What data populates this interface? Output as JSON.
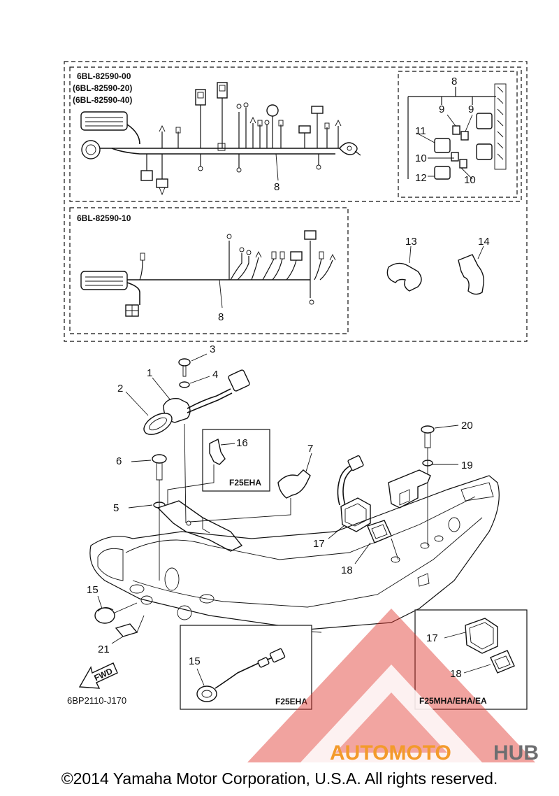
{
  "diagram": {
    "harness_top_codes": [
      "6BL-82590-00",
      "(6BL-82590-20)",
      "(6BL-82590-40)"
    ],
    "harness_bottom_code": "6BL-82590-10",
    "labels": {
      "p1": "1",
      "p2": "2",
      "p3": "3",
      "p4": "4",
      "p5": "5",
      "p6": "6",
      "p7": "7",
      "p8a": "8",
      "p8b": "8",
      "p8c": "8",
      "p9a": "9",
      "p9b": "9",
      "p10a": "10",
      "p10b": "10",
      "p11": "11",
      "p12": "12",
      "p13": "13",
      "p14": "14",
      "p15a": "15",
      "p15b": "15",
      "p16": "16",
      "p17a": "17",
      "p17b": "17",
      "p18a": "18",
      "p18b": "18",
      "p19": "19",
      "p20": "20",
      "p21": "21"
    },
    "variant_f25eha_a": "F25EHA",
    "variant_f25eha_b": "F25EHA",
    "variant_multi": "F25MHA/EHA/EA",
    "fwd_label": "FWD",
    "figure_code": "6BP2110-J170"
  },
  "watermark": {
    "brand_part1": "AUTOMOTO",
    "brand_part2": "HUB",
    "color_red": "#e0342a",
    "color_orange": "#f39a2b",
    "color_gray": "#6d6e70"
  },
  "footer": {
    "copyright": "©2014 Yamaha Motor Corporation, U.S.A. All rights reserved."
  }
}
